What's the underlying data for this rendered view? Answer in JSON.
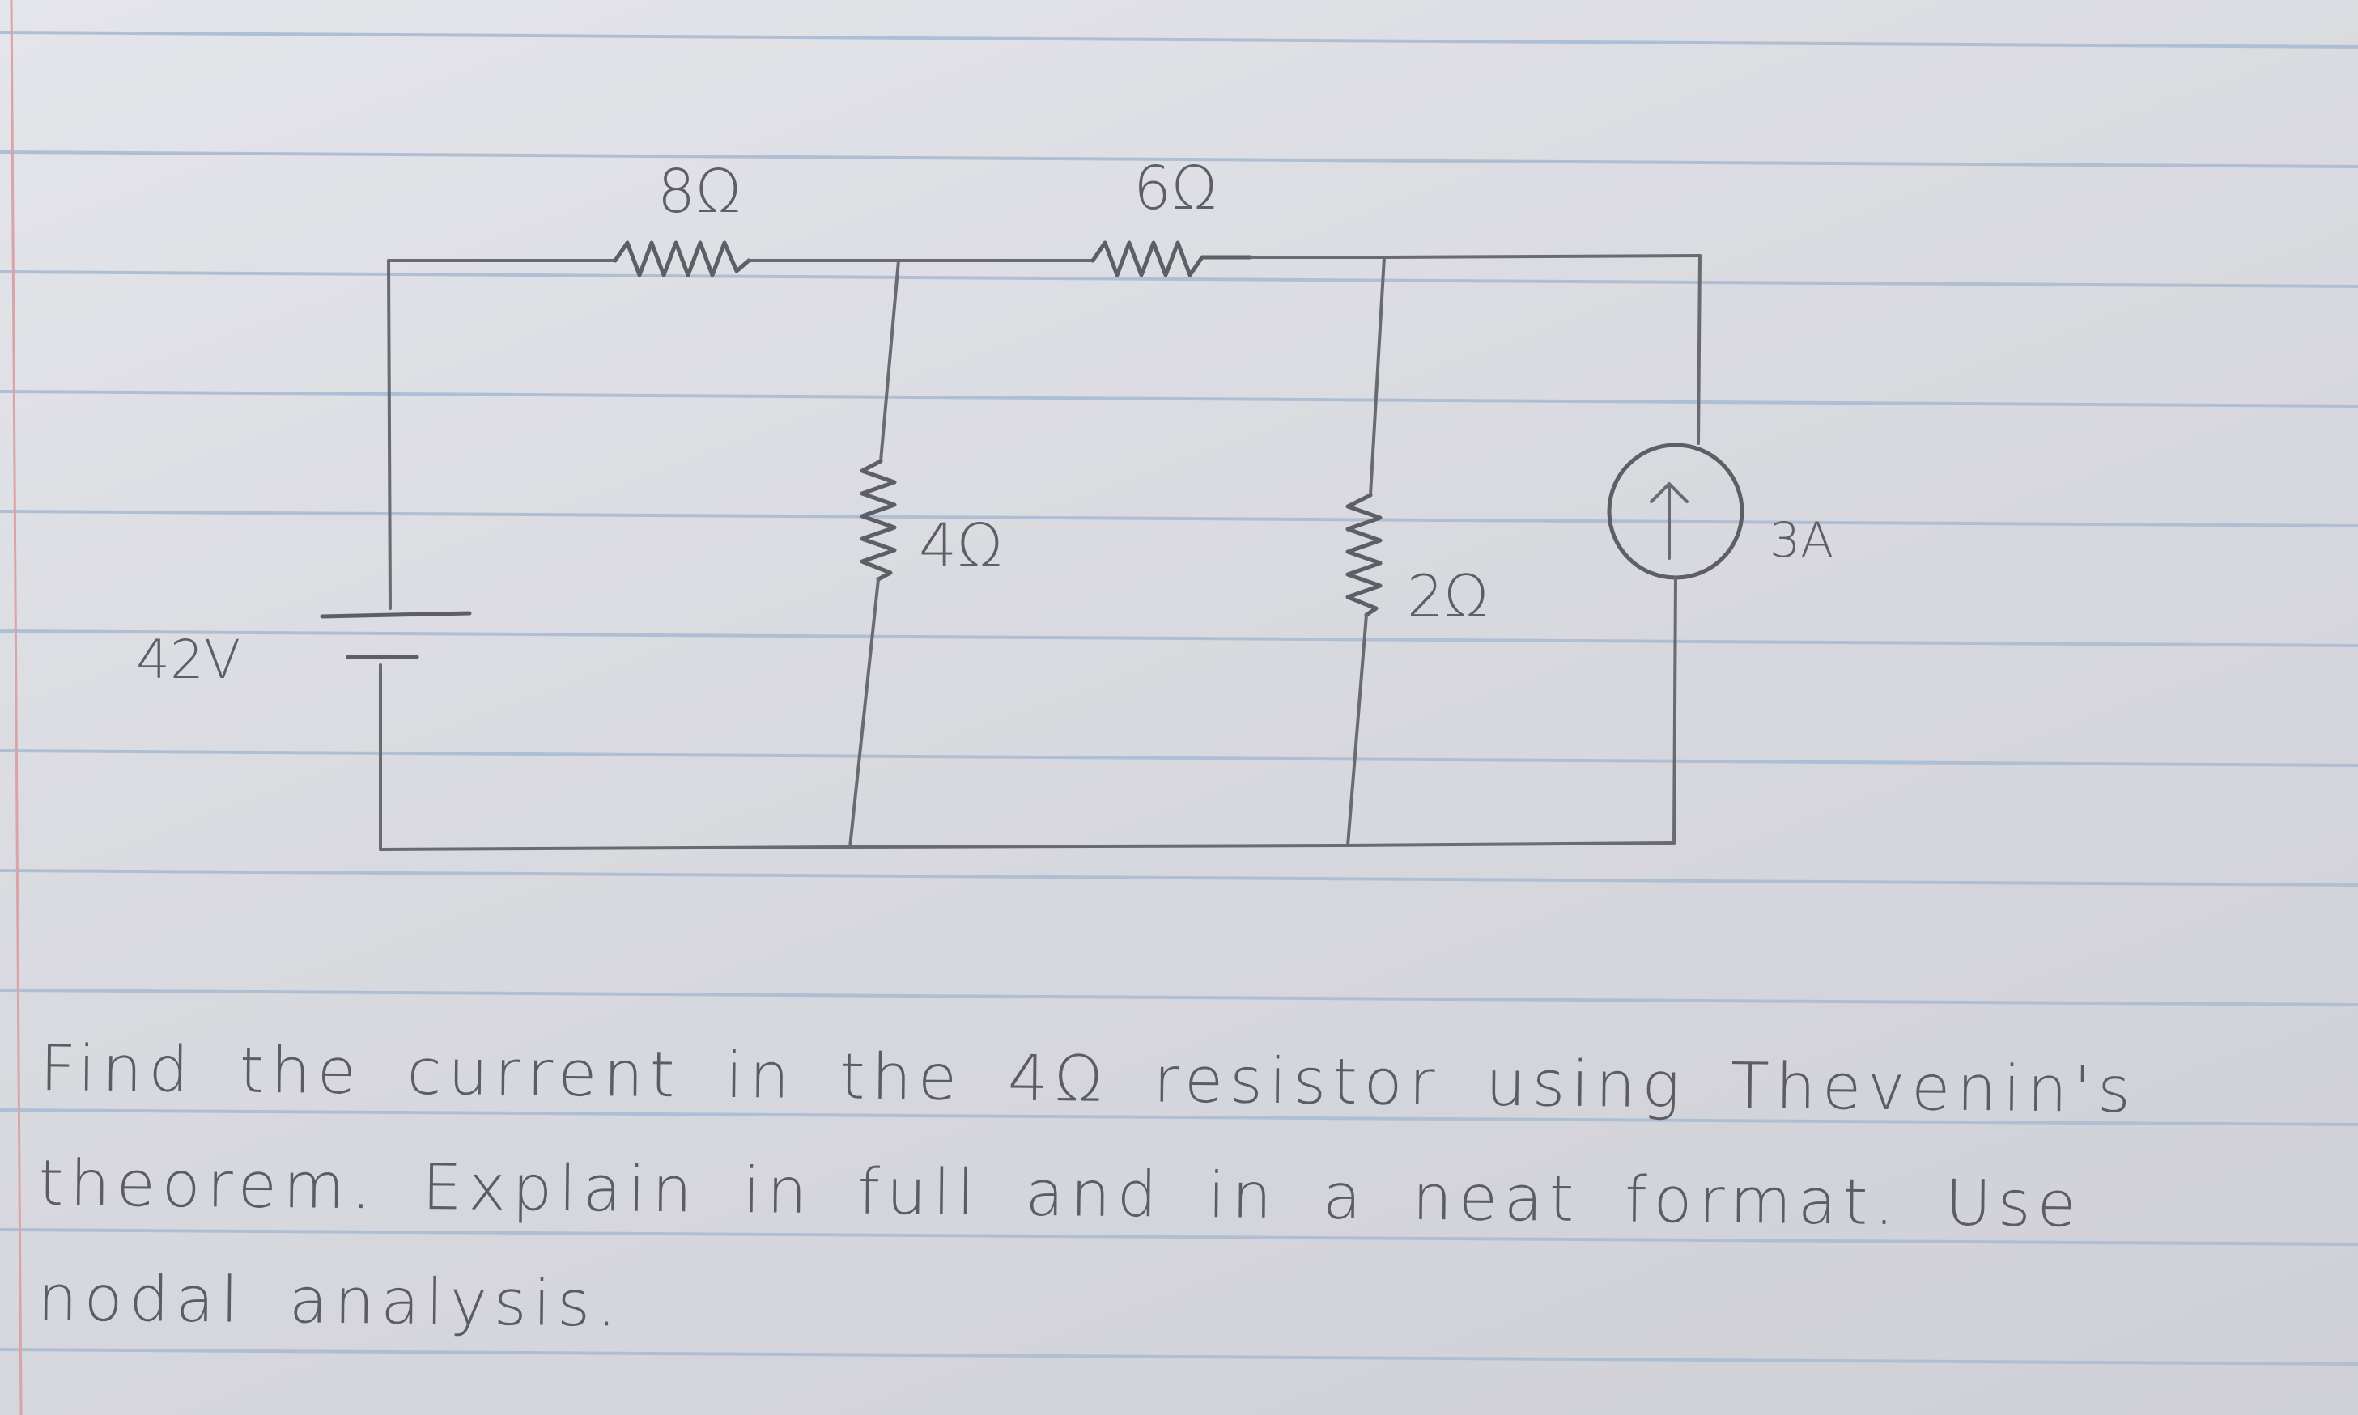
{
  "circuit": {
    "source_voltage_label": "42V",
    "resistor_top_left_label": "8Ω",
    "resistor_top_right_label": "6Ω",
    "resistor_middle_label": "4Ω",
    "resistor_right_label": "2Ω",
    "current_source_label": "3A",
    "current_source_arrow": "↑"
  },
  "problem": {
    "text": "Find the current in the 4Ω resistor using Thevenin's theorem. Explain in full and in a neat format. Use nodal analysis."
  },
  "colors": {
    "pencil": "#5e5e66",
    "paper_line": "#aebfd4",
    "margin_line": "#d9a3a8"
  }
}
